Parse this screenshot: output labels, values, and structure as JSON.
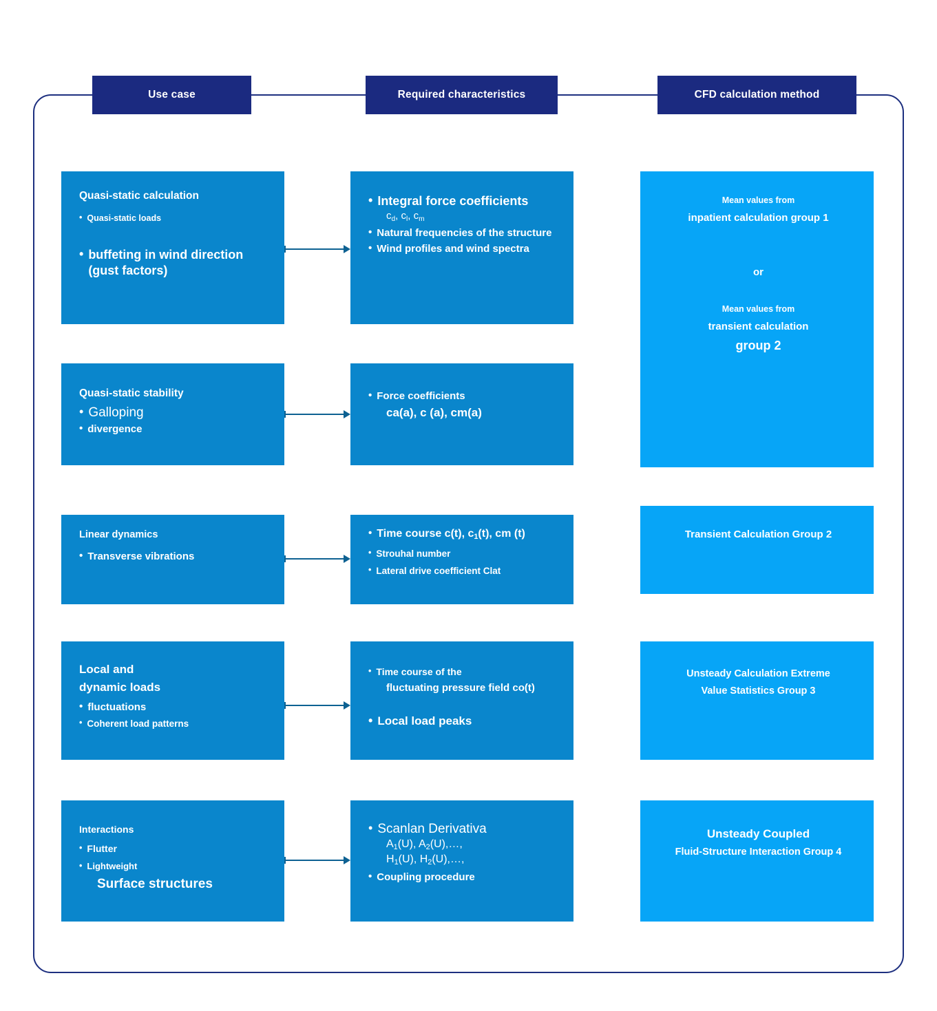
{
  "diagram": {
    "title_row": {
      "col1": "Use case",
      "col2": "Required characteristics",
      "col3": "CFD calculation method"
    },
    "colors": {
      "header_navy": "#1b2a80",
      "frame_navy": "#1d2f7f",
      "box_blue": "#0a86cc",
      "box_light_blue": "#07a5f7",
      "arrow": "#0d6192",
      "text": "#ffffff"
    },
    "rows": [
      {
        "use_case": {
          "title": "Quasi-static calculation",
          "items": [
            "Quasi-static loads",
            "buffeting in wind direction (gust factors)"
          ]
        },
        "characteristics": {
          "items": [
            "Integral force coefficients",
            "c_d, c_l, c_m",
            "Natural frequencies of the structure",
            "Wind profiles and wind spectra"
          ],
          "sub_line": "c d ,  c l ,  c m"
        },
        "method": {
          "lead1": "Mean values from",
          "main1": "inpatient calculation group 1",
          "connector": "or",
          "lead2": "Mean values from",
          "main2a": "transient calculation",
          "main2b": "group 2"
        }
      },
      {
        "use_case": {
          "title": "Quasi-static stability",
          "items": [
            "Galloping",
            "divergence"
          ]
        },
        "characteristics": {
          "items": [
            "Force coefficients",
            "ca(a), c (a), cm(a)"
          ]
        },
        "method": null
      },
      {
        "use_case": {
          "title": "Linear dynamics",
          "items": [
            "Transverse vibrations"
          ]
        },
        "characteristics": {
          "items": [
            "Time course c(t), c1(t), cm (t)",
            "Strouhal number",
            "Lateral drive coefficient Clat"
          ]
        },
        "method": {
          "main1": "Transient Calculation Group 2"
        }
      },
      {
        "use_case": {
          "title_a": "Local and",
          "title_b": "dynamic loads",
          "items": [
            "fluctuations",
            "Coherent load patterns"
          ]
        },
        "characteristics": {
          "items": [
            "Time course of the",
            "fluctuating pressure field co(t)",
            "Local load peaks"
          ]
        },
        "method": {
          "main1": "Unsteady Calculation Extreme",
          "main2": "Value Statistics Group 3"
        }
      },
      {
        "use_case": {
          "title": "Interactions",
          "items": [
            "Flutter",
            "Lightweight"
          ],
          "extra": "Surface structures"
        },
        "characteristics": {
          "items": [
            "Scanlan Derivativa",
            "A1(U), A2(U),...,",
            "H1(U), H2(U),...,",
            "Coupling procedure"
          ]
        },
        "method": {
          "main1": "Unsteady Coupled",
          "main2": "Fluid-Structure Interaction Group 4"
        }
      }
    ]
  }
}
